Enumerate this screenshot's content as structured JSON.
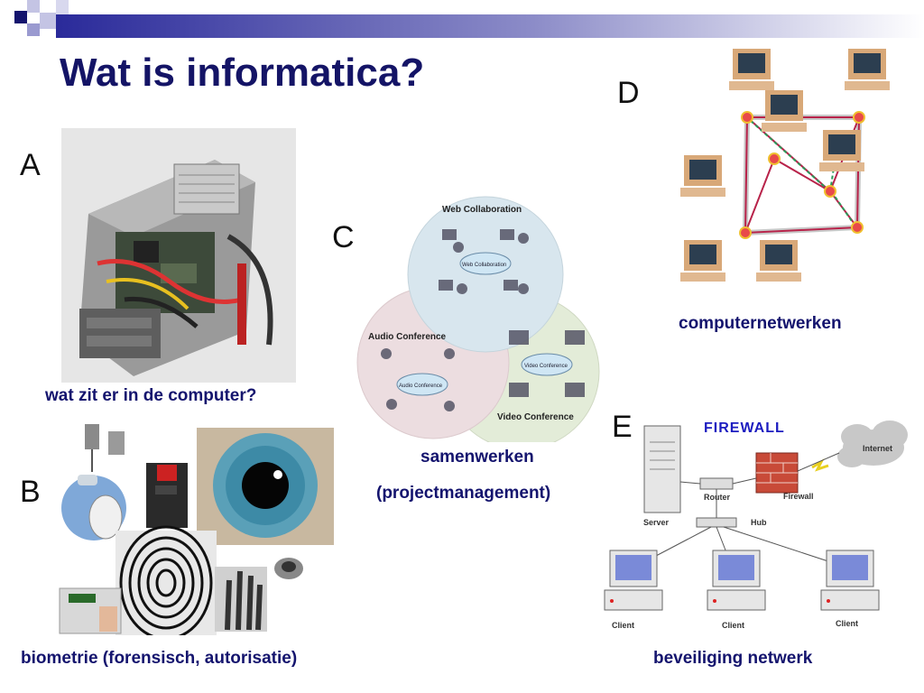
{
  "slide": {
    "title": "Wat is informatica?",
    "accent_color": "#141466"
  },
  "panels": {
    "a": {
      "letter": "A",
      "caption": "wat zit er in de computer?",
      "icon": "computer-case-photo"
    },
    "b": {
      "letter": "B",
      "caption": "biometrie (forensisch, autorisatie)",
      "icon": "biometrics-collage"
    },
    "c": {
      "letter": "C",
      "caption_line1": "samenwerken",
      "caption_line2": "(projectmanagement)",
      "circles": {
        "web": "Web Collaboration",
        "audio": "Audio Conference",
        "video": "Video Conference"
      },
      "clouds": {
        "web": "Web Collaboration",
        "audio": "Audio Conference",
        "video": "Video Conference"
      }
    },
    "d": {
      "letter": "D",
      "caption": "computernetwerken",
      "icon": "network-diagram"
    },
    "e": {
      "letter": "E",
      "caption": "beveiliging netwerk",
      "firewall_title": "FIREWALL",
      "labels": {
        "server": "Server",
        "router": "Router",
        "firewall": "Firewall",
        "internet": "Internet",
        "hub": "Hub",
        "client": "Client"
      }
    }
  }
}
